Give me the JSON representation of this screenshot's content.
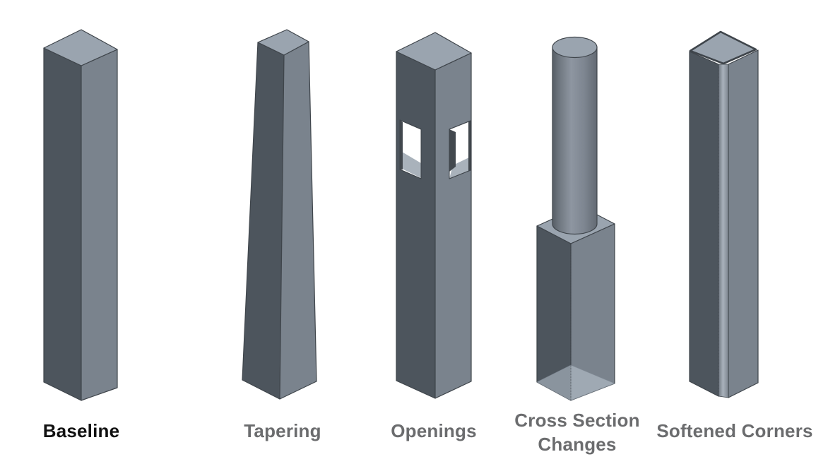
{
  "figures": [
    {
      "id": "baseline",
      "label": "Baseline",
      "shape": "rectangular-prism"
    },
    {
      "id": "tapering",
      "label": "Tapering",
      "shape": "tapered-obelisk"
    },
    {
      "id": "openings",
      "label": "Openings",
      "shape": "prism-with-through-openings"
    },
    {
      "id": "cross-section-changes",
      "label": "Cross Section Changes",
      "shape": "cylinder-on-box"
    },
    {
      "id": "softened-corners",
      "label": "Softened Corners",
      "shape": "filleted-prism"
    }
  ],
  "palette": {
    "background": "#ffffff",
    "face_top": "#9aa4af",
    "face_left": "#4d555d",
    "face_right": "#7a838d",
    "edge": "#3f454b",
    "opening_sill": "#a9b2bb",
    "opening_wall": "#42484e",
    "opening_void": "#ffffff",
    "interior_glow": "rgba(190,200,212,0.55)",
    "label_black": "#111111",
    "label_gray": "#6b6c6e"
  }
}
